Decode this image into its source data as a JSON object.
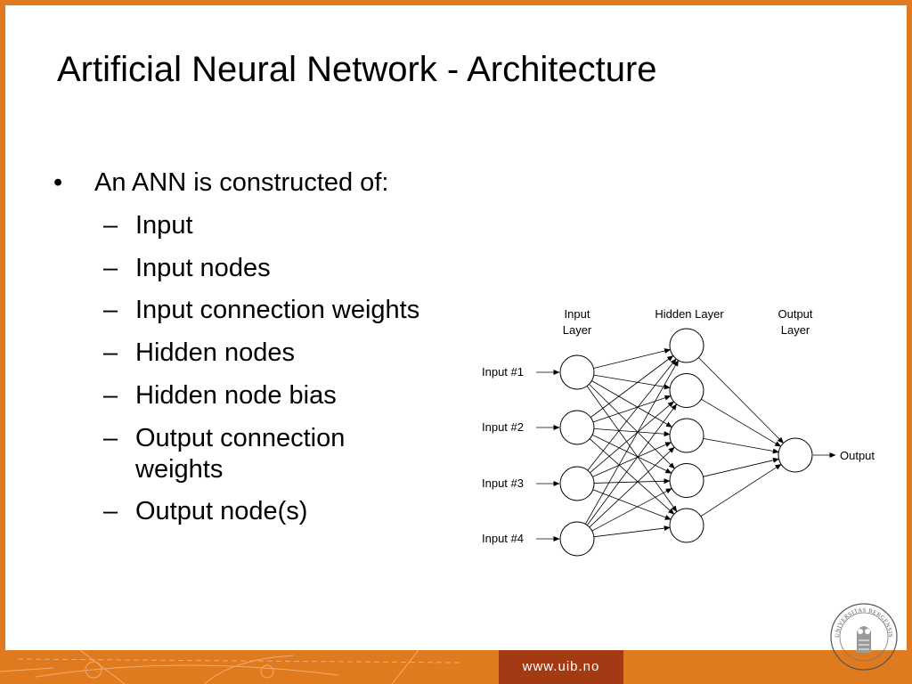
{
  "slide": {
    "title": "Artificial Neural Network - Architecture",
    "bullet_symbol": "•",
    "dash_symbol": "–",
    "bullet": "An ANN is constructed of:",
    "sub_items": [
      "Input",
      "Input nodes",
      "Input connection weights",
      "Hidden nodes",
      "Hidden node bias",
      "Output connection weights",
      "Output node(s)"
    ]
  },
  "diagram": {
    "layer_labels": {
      "input": [
        "Input",
        "Layer"
      ],
      "hidden": "Hidden Layer",
      "output": [
        "Output",
        "Layer"
      ]
    },
    "inputs": [
      "Input #1",
      "Input #2",
      "Input #3",
      "Input #4"
    ],
    "hidden_node_count": 5,
    "output_label": "Output"
  },
  "footer": {
    "url": "www.uib.no",
    "seal_text": "UNIVERSITAS BERGENSIS"
  },
  "colors": {
    "accent": "#e07a1f",
    "url_box": "#a33a14"
  }
}
